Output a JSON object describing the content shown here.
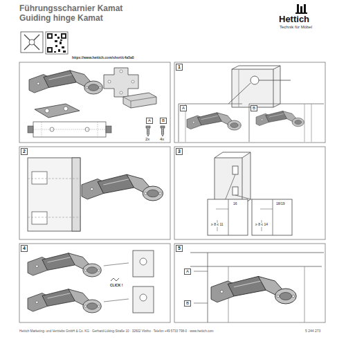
{
  "diagram": {
    "title": "Führungsscharnier Kamat",
    "labels": [
      "Guiding hinge Kamat",
      "Hettich",
      "Technik für Möbel",
      "https://www.hettich.com/short/c4a5a0",
      "A",
      "B",
      "2x",
      "4x",
      "1",
      "A",
      "B",
      "2",
      "3",
      "16",
      "18/19",
      "≥ 8 ≤ 11",
      "≥ 8 ≤ 14",
      "4",
      "CLICK !",
      "5",
      "A",
      "B",
      "Hettich Marketing- und Vertriebs GmbH & Co. KG · Gerhard-Lüking-Straße 10 · 32602 Vlotho · Telefon +49 5733 798-0 · www.hettich.com",
      "5 244 273"
    ]
  }
}
